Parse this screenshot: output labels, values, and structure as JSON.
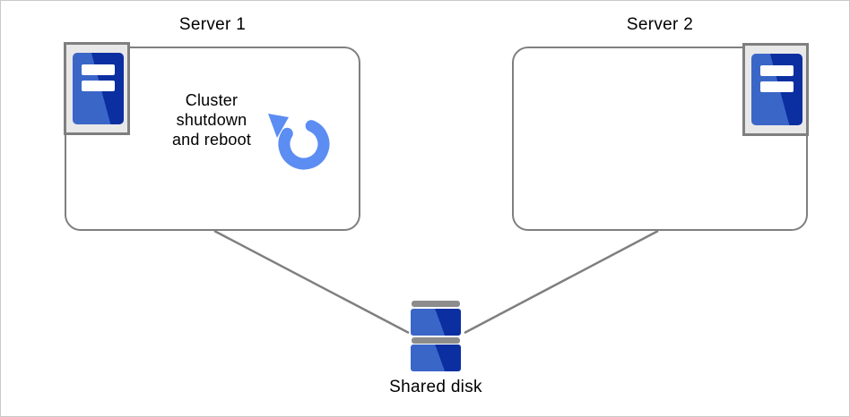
{
  "diagram": {
    "title": "cluster shutdown and reboot with shared disk",
    "colors": {
      "box_border": "#7f7f7f",
      "connector": "#7f7f7f",
      "icon_frame_fill": "#e8e8e8",
      "server_blue_light": "#3a66c8",
      "server_blue_dark": "#0b2fa0",
      "reboot_arrow_blue": "#5b8df2",
      "disk_cap_gray": "#8c8c8c",
      "text": "#000000"
    }
  },
  "server1": {
    "title": "Server 1",
    "icon": "server-icon"
  },
  "server2": {
    "title": "Server 2",
    "icon": "server-icon"
  },
  "action_note": {
    "text": "Cluster shutdown and reboot",
    "lines": [
      "Cluster",
      "shutdown",
      "and reboot"
    ],
    "icon": "reboot-icon",
    "icon_color": "#5b8df2"
  },
  "shared_disk": {
    "label": "Shared disk",
    "icon": "shared-disk-icon"
  }
}
